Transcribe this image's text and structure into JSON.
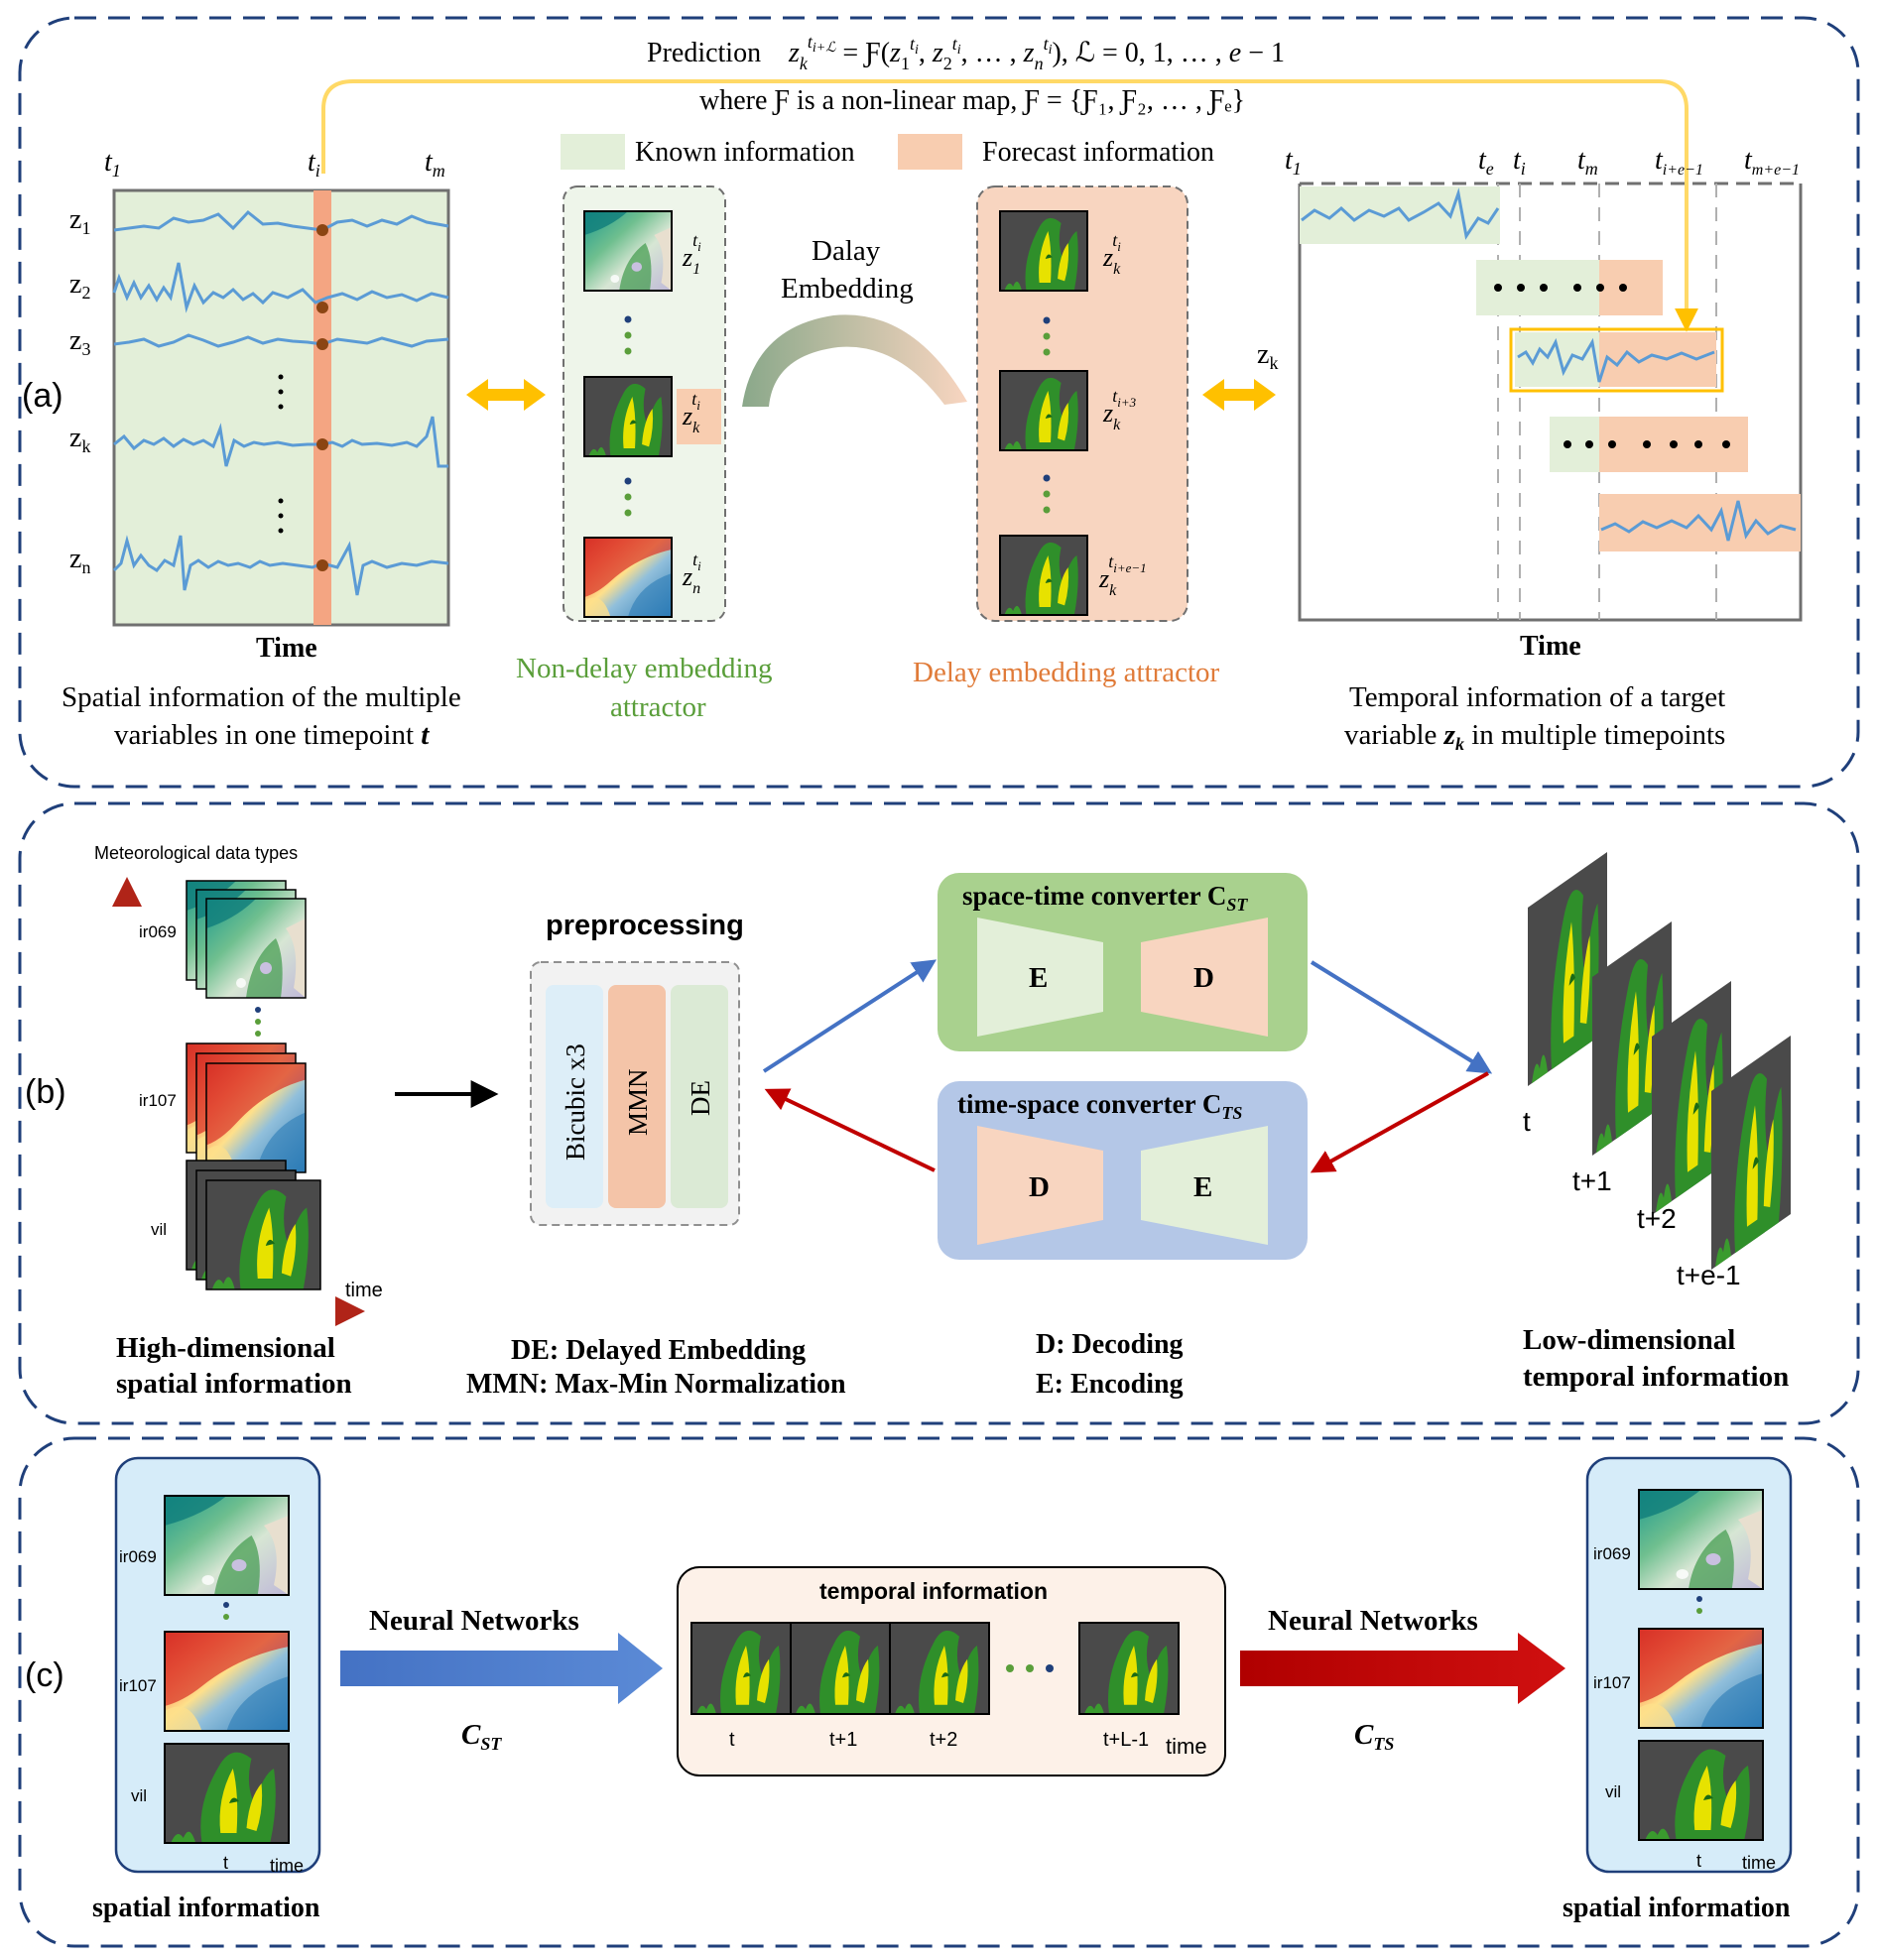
{
  "panels": {
    "a": {
      "tag": "(a)",
      "formula_line1_prefix": "Prediction",
      "formula_line1": "z_k^{t_{i+ℒ}} = Ƒ(z_1^{t_i}, z_2^{t_i}, … , z_n^{t_i}),  ℒ = 0, 1, … , e − 1",
      "formula_line2": "where Ƒ is a non-linear map, Ƒ = {Ƒ₁, Ƒ₂, … , Ƒₑ}",
      "legend_known": "Known information",
      "legend_forecast": "Forecast information",
      "left_ticks": [
        "t",
        "t",
        "t"
      ],
      "left_tick_subs": [
        "1",
        "i",
        "m"
      ],
      "var_labels": [
        "z",
        "z",
        "z",
        "z",
        "z"
      ],
      "var_subs": [
        "1",
        "2",
        "3",
        "k",
        "n"
      ],
      "left_time_label": "Time",
      "left_caption_1": "Spatial information of the multiple",
      "left_caption_2": "variables in one timepoint ",
      "left_caption_2_var": "t",
      "delay_label_1": "Dalay",
      "delay_label_2": "Embedding",
      "nondelay_caption_1": "Non-delay embedding",
      "nondelay_caption_2": "attractor",
      "delay_caption": "Delay embedding attractor",
      "nondelay_labels": [
        "z",
        "z",
        "z"
      ],
      "nondelay_subs": [
        "1",
        "k",
        "n"
      ],
      "nondelay_sups": [
        "t",
        "t",
        "t"
      ],
      "nondelay_supsubs": [
        "i",
        "i",
        "i"
      ],
      "delay_labels": [
        "z",
        "z",
        "z"
      ],
      "delay_subs": [
        "k",
        "k",
        "k"
      ],
      "delay_sups": [
        "t",
        "t",
        "t"
      ],
      "delay_supsubs": [
        "i",
        "i+3",
        "i+e−1"
      ],
      "right_ticks": [
        "t",
        "t",
        "t",
        "t",
        "t",
        "t"
      ],
      "right_tick_subs": [
        "1",
        "e",
        "i",
        "m",
        "i+e−1",
        "m+e−1"
      ],
      "right_var": "z",
      "right_var_sub": "k",
      "right_time_label": "Time",
      "right_caption_1": "Temporal information of a target",
      "right_caption_2a": "variable ",
      "right_caption_2_var": "z",
      "right_caption_2_sub": "k",
      "right_caption_2b": " in multiple timepoints"
    },
    "b": {
      "tag": "(b)",
      "axis_label": "Meteorological data types",
      "layer_labels": [
        "ir069",
        "ir107",
        "vil"
      ],
      "time_label": "time",
      "left_caption_1": "High-dimensional",
      "left_caption_2": "spatial information",
      "preprocessing_title": "preprocessing",
      "prep_steps": [
        "Bicubic x3",
        "MMN",
        "DE"
      ],
      "abbrev_1": "DE: Delayed Embedding",
      "abbrev_2": "MMN: Max-Min Normalization",
      "st_title": "space-time converter C",
      "st_sub": "ST",
      "ts_title": "time-space converter C",
      "ts_sub": "TS",
      "enc": "E",
      "dec": "D",
      "abbrev_3": "D: Decoding",
      "abbrev_4": "E: Encoding",
      "frame_labels": [
        "t",
        "t+1",
        "t+2",
        "t+e-1"
      ],
      "right_caption_1": "Low-dimensional",
      "right_caption_2": "temporal information"
    },
    "c": {
      "tag": "(c)",
      "layer_labels": [
        "ir069",
        "ir107",
        "vil"
      ],
      "t_label": "t",
      "time_label": "time",
      "spatial_caption": "spatial information",
      "nn_label": "Neural Networks",
      "cst": "C",
      "cst_sub": "ST",
      "cts": "C",
      "cts_sub": "TS",
      "temporal_title": "temporal information",
      "frame_labels": [
        "t",
        "t+1",
        "t+2",
        "t+L-1"
      ]
    }
  },
  "colors": {
    "frame": "#1f3f7a",
    "known": "#e3efd9",
    "forecast": "#f8cdb0",
    "series": "#5b9bd5",
    "highlight_bar": "#f4a582",
    "yellow_arrow": "#ffd966",
    "blue_arrow": "#4472c4",
    "red_arrow": "#c00000",
    "nondelay_green": "#5a9e3a",
    "delay_orange": "#e07b39"
  }
}
